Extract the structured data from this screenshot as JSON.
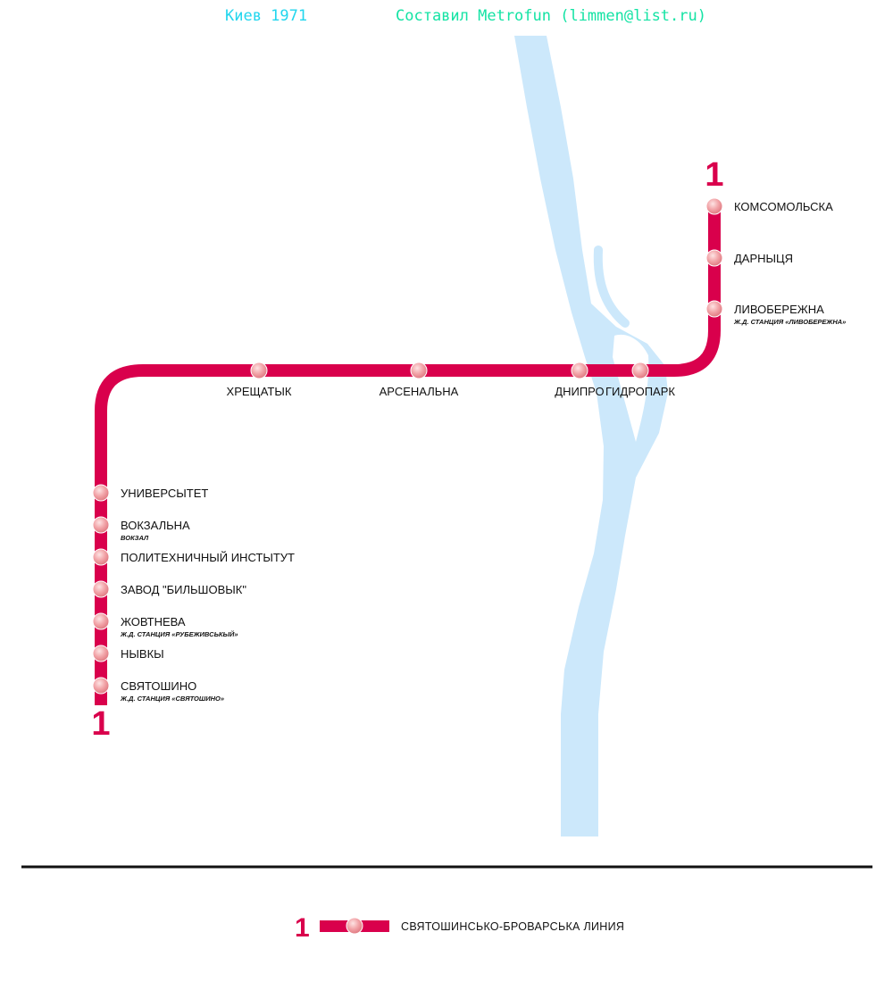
{
  "header": {
    "city_year": "Киев 1971",
    "credit": "Составил Metrofun (limmen@list.ru)"
  },
  "colors": {
    "line": "#d9004c",
    "river": "#cce8fb",
    "station": "#f0a0a8",
    "title": "#22d6ee",
    "credit": "#14e3a4"
  },
  "line": {
    "number": "1",
    "name": "СВЯТОШИНСЬКО-БРОВАРСЬКА ЛИНИЯ",
    "stations": [
      {
        "name": "КОМСОМОЛЬСКА"
      },
      {
        "name": "ДАРНЫЦЯ"
      },
      {
        "name": "ЛИВОБЕРЕЖНА",
        "note": "Ж.Д. СТАНЦИЯ «ЛИВОБЕРЕЖНА»"
      },
      {
        "name": "ГИДРОПАРК"
      },
      {
        "name": "ДНИПРО"
      },
      {
        "name": "АРСЕНАЛЬНА"
      },
      {
        "name": "ХРЕЩАТЫК"
      },
      {
        "name": "УНИВЕРСЫТЕТ"
      },
      {
        "name": "ВОКЗАЛЬНА",
        "note": "ВОКЗАЛ"
      },
      {
        "name": "ПОЛИТЕХНИЧНЫЙ ИНСТЫТУТ"
      },
      {
        "name": "ЗАВОД \"БИЛЬШОВЫК\""
      },
      {
        "name": "ЖОВТНЕВА",
        "note": "Ж.Д. СТАНЦИЯ «РУБЕЖИВСЬКЫЙ»"
      },
      {
        "name": "НЫВКЫ"
      },
      {
        "name": "СВЯТОШИНО",
        "note": "Ж.Д. СТАНЦИЯ «СВЯТОШИНО»"
      }
    ]
  },
  "legend": {
    "number": "1",
    "label": "СВЯТОШИНСЬКО-БРОВАРСЬКА ЛИНИЯ"
  }
}
